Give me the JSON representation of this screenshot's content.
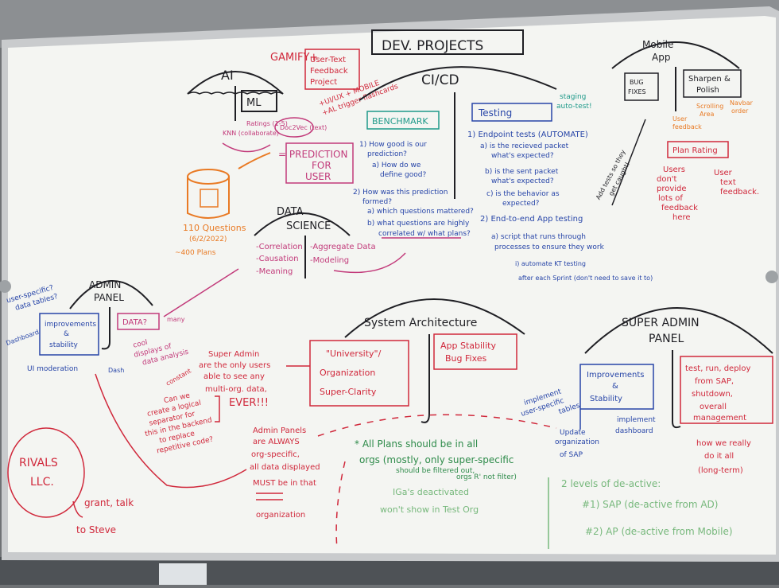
{
  "colors": {
    "black": "#1f1f24",
    "blue": "#2745a8",
    "red": "#d0283b",
    "teal": "#1f9a8a",
    "green": "#77b87c",
    "orange": "#e97a24",
    "purple": "#7a3fa6",
    "magenta": "#c23a7a",
    "board": "#f4f5f2",
    "frame": "#c9cbcd"
  },
  "board": {
    "header": "DEV. PROJECTS",
    "gamify": "GAMIFY+",
    "ai": {
      "title": "AI",
      "box": "ML",
      "knn": "KNN (collaborate)",
      "ratings": "Ratings (1-5)",
      "doc2vec": "Doc2Vec (text)"
    },
    "feedback_project": [
      "User-Text",
      "Feedback",
      "Project"
    ],
    "ui_mobile": [
      "+UI/UX + MOBILE",
      "+AL trigger flashcards"
    ],
    "prediction": [
      "= PREDICTION",
      "FOR",
      "USER"
    ],
    "questions": [
      "110 Questions",
      "(6/2/2022)",
      "~400 Plans"
    ],
    "data_science": {
      "title": [
        "DATA",
        "SCIENCE"
      ],
      "left": [
        "-Correlation",
        "-Causation",
        "-Meaning"
      ],
      "right": [
        "-Aggregate Data",
        "-Modeling"
      ]
    },
    "cicd": {
      "title": "CI/CD",
      "benchmark": "BENCHMARK",
      "testing": "Testing",
      "staging": [
        "staging",
        "auto-test!"
      ],
      "bench_notes": [
        "1) How good is our",
        "prediction?",
        "a) How do we",
        "define good?",
        "2) How was this prediction",
        "formed?",
        "a) which questions mattered?",
        "b) what questions are highly",
        "correlated w/ what plans?"
      ],
      "test_notes": [
        "1) Endpoint tests (AUTOMATE)",
        "a) is the recieved packet",
        "what's expected?",
        "b) is the sent packet",
        "what's expected?",
        "c) is the behavior as",
        "expected?",
        "2) End-to-end App testing",
        "a) script that runs through",
        "processes to ensure they work",
        "i) automate KT testing",
        "after each Sprint (don't need to save it to)"
      ]
    },
    "mobile": {
      "title": [
        "Mobile",
        "App"
      ],
      "bug": [
        "BUG",
        "FIXES"
      ],
      "sharpen": [
        "Sharpen &",
        "Polish"
      ],
      "user_feedback": [
        "User",
        "feedback"
      ],
      "scrolling": [
        "Scrolling",
        "Area"
      ],
      "navbar": [
        "Navbar",
        "order"
      ],
      "plan_rating": "Plan Rating",
      "users_dont": [
        "Users",
        "don't",
        "provide",
        "lots of",
        "feedback",
        "here"
      ],
      "user_text": [
        "User",
        "text",
        "feedback."
      ],
      "auto_tests": [
        "Add tests so they",
        "get caught!"
      ]
    },
    "admin": {
      "title": [
        "ADMIN",
        "PANEL"
      ],
      "user_specific": [
        "user-specific?",
        "data tables?"
      ],
      "improvements": [
        "improvements",
        "&",
        "stability"
      ],
      "dashboard": "Dashboard",
      "ui_moderation": "UI moderation",
      "data_box": "DATA?",
      "many": "many",
      "cool": [
        "cool",
        "displays of",
        "data analysis"
      ],
      "dash": "Dash"
    },
    "center_notes": {
      "super_admin": [
        "Super Admin",
        "are the only users",
        "able to see any",
        "multi-org. data,",
        "EVER!!!"
      ],
      "constant": "constant",
      "logical": [
        "Can we",
        "create a logical",
        "separator for",
        "this in the backend",
        "to replace",
        "repetitive code?"
      ],
      "admin_panels": [
        "Admin Panels",
        "are ALWAYS",
        "org-specific,",
        "all data displayed",
        "MUST be in that",
        "organization"
      ]
    },
    "system": {
      "title": "System Architecture",
      "university": [
        "\"University\"/",
        "Organization",
        "Super-Clarity"
      ],
      "app_stability": [
        "App Stability",
        "Bug Fixes"
      ]
    },
    "super_admin": {
      "title": [
        "SUPER ADMIN",
        "PANEL"
      ],
      "improvements": [
        "Improvements",
        "&",
        "Stability"
      ],
      "implement_user": [
        "implement",
        "user-specific",
        "tables"
      ],
      "update": [
        "Update",
        "organization",
        "of SAP"
      ],
      "implement_dash": [
        "implement",
        "dashboard"
      ],
      "test_run": [
        "test, run, deploy",
        "from SAP,",
        "shutdown,",
        "overall",
        "management"
      ],
      "how_we": [
        "how we really",
        "do it all",
        "(long-term)"
      ]
    },
    "plans": [
      "* All Plans should be in all",
      "orgs (mostly, only super-specific",
      "should be filtered out,",
      "orgs R' not filter)"
    ],
    "deactivated": [
      "IGa's deactivated",
      "won't show in Test Org"
    ],
    "levels": [
      "2 levels of de-active:",
      "#1) SAP (de-active from AD)",
      "#2) AP (de-active from Mobile)"
    ],
    "rivals": {
      "name": [
        "RIVALS",
        "LLC."
      ],
      "grant": [
        "grant, talk",
        "to Steve"
      ]
    }
  }
}
